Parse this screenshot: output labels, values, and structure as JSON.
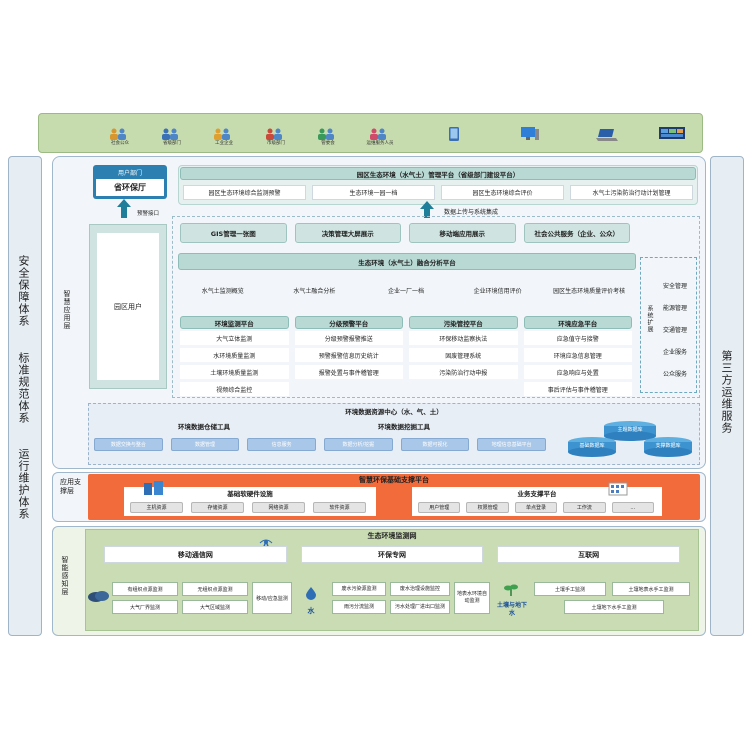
{
  "top_band": {
    "users": [
      "社会公众",
      "省级部门",
      "工业企业",
      "市级部门",
      "管委会",
      "运维服务人员"
    ]
  },
  "left_side": {
    "col1": "安全保障体系",
    "col2": "标准规范体系",
    "col3": "运行维护体系"
  },
  "right_side": "第三方运维服务",
  "layers": {
    "app": "智慧应用层",
    "support": "应用支撑层",
    "sense": "智能感知层"
  },
  "user_dept": {
    "title": "用户部门",
    "name": "省环保厅"
  },
  "warn_port": "预警接口",
  "park_user": "园区用户",
  "mgmt_platform": {
    "title": "园区生态环境（水气土）管理平台（省级部门建设平台）",
    "items": [
      "园区生态环境综合监测预警",
      "生态环境一园一档",
      "园区生态环境综合评价",
      "水气土污染防治行动计划管理"
    ]
  },
  "data_upload": "数据上传与系统集成",
  "row2": [
    "GIS管理一张图",
    "决策管理大屏展示",
    "移动端应用展示",
    "社会公共服务（企业、公众）"
  ],
  "fusion": {
    "title": "生态环境（水气土）融合分析平台",
    "items": [
      "水气土监测概览",
      "水气土融合分析",
      "企业一厂一档",
      "企业环境信用评价",
      "园区生态环境质量评价考核"
    ]
  },
  "ext": {
    "title": "系统扩展",
    "items": [
      "安全管理",
      "能源管理",
      "交通管理",
      "企业服务",
      "公众服务"
    ]
  },
  "sub_platforms": [
    {
      "title": "环境监测平台",
      "items": [
        "大气立体监测",
        "水环境质量监测",
        "土壤环境质量监测",
        "视频综合监控"
      ]
    },
    {
      "title": "分级预警平台",
      "items": [
        "分级预警报警推送",
        "预警报警信息历史统计",
        "报警处置与事件稽管理"
      ]
    },
    {
      "title": "污染管控平台",
      "items": [
        "环保移动监察执法",
        "固废管理系统",
        "污染防治行动申报"
      ]
    },
    {
      "title": "环境应急平台",
      "items": [
        "应急值守与接警",
        "环境应急信息管理",
        "应急响应与处置",
        "事后评估与事件稽管理"
      ]
    }
  ],
  "resource_center": {
    "title": "环境数据资源中心（水、气、土）",
    "tool1": "环境数据仓储工具",
    "tool2": "环境数据挖掘工具",
    "pills1": [
      "数据交换与整合",
      "数据管理",
      "信息服务"
    ],
    "pills2": [
      "数据分析/挖掘",
      "数据可视化",
      "地理信息基础平台"
    ],
    "db_top": "主题数据库",
    "db_left": "基础数据库",
    "db_right": "支撑数据库"
  },
  "support_platform": {
    "title": "智慧环保基础支撑平台",
    "hw": "基础软硬件设施",
    "hw_items": [
      "主机资源",
      "存储资源",
      "网络资源",
      "软件资源"
    ],
    "biz": "业务支撑平台",
    "biz_items": [
      "用户管理",
      "权限管理",
      "单点登录",
      "工作流",
      "..."
    ]
  },
  "monitor_net": {
    "title": "生态环境监测网",
    "nets": [
      "移动通信网",
      "环保专网",
      "互联网"
    ],
    "air": [
      "有组织点源监测",
      "无组织点源监测",
      "移动/应急监测",
      "大气厂界监测",
      "大气区域监测"
    ],
    "water": [
      "废水污染源监测",
      "废水治理设施监控",
      "地表水环境自动监测",
      "雨污分流监测",
      "污水处理厂进出口监测"
    ],
    "water_lbl": "水",
    "soil_lbl": "土壤与地下水",
    "soil": [
      "土壤手工监测",
      "土壤地表水手工监测",
      "土壤地下水手工监测"
    ]
  },
  "colors": {
    "orange": "#f26b3a",
    "green_band": "#c6dcae",
    "teal": "#1f7f9a"
  }
}
